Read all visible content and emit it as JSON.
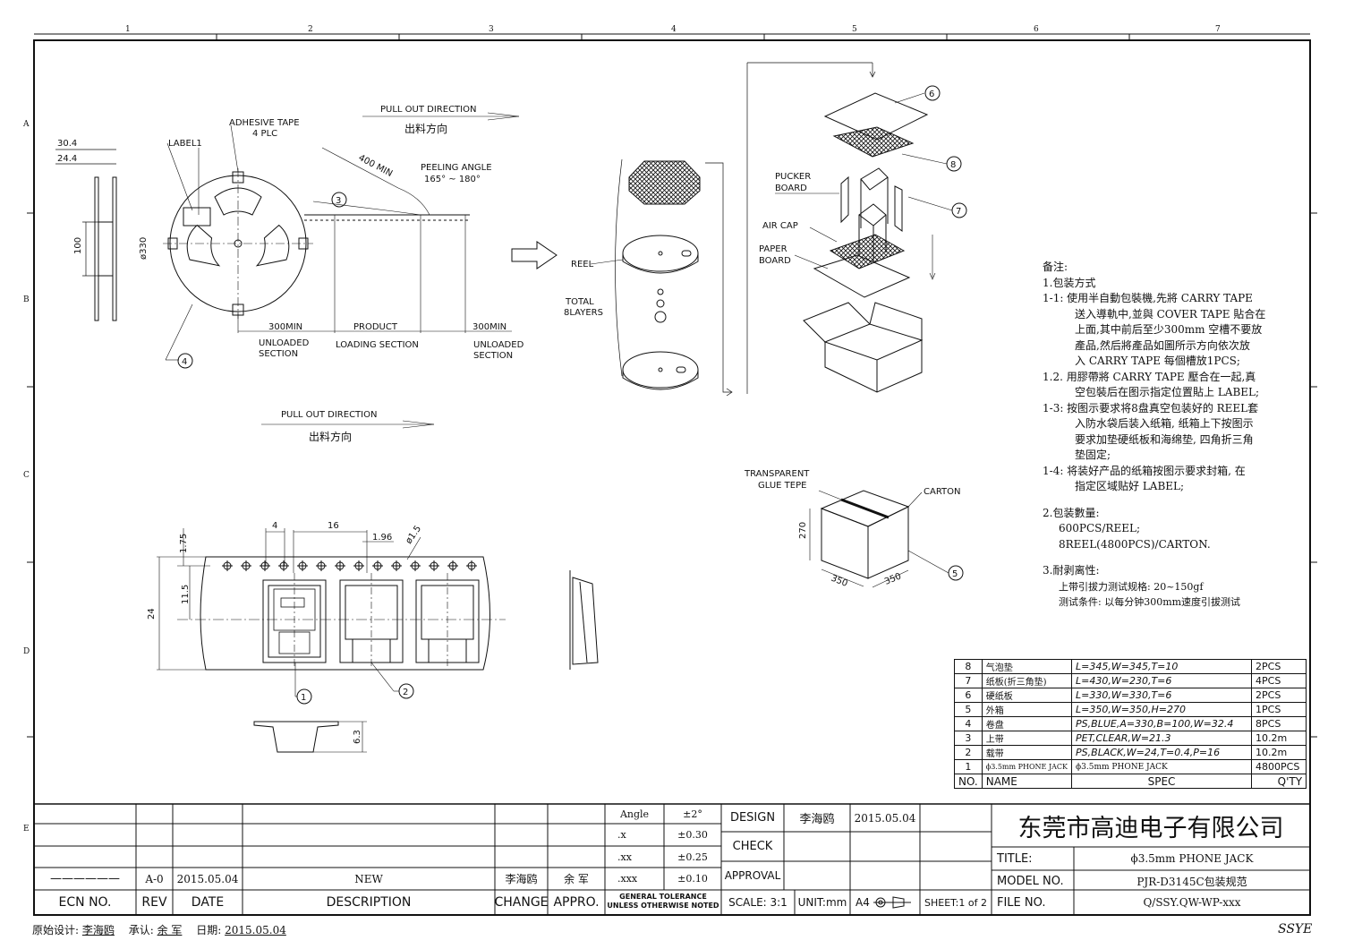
{
  "ruler": {
    "top": [
      "1",
      "2",
      "3",
      "4",
      "5",
      "6",
      "7"
    ],
    "side": [
      "A",
      "B",
      "C",
      "D",
      "E"
    ]
  },
  "reel_view": {
    "dim_30_4": "30.4",
    "dim_24_4": "24.4",
    "dim_100": "100",
    "dim_330": "ø330",
    "label1": "LABEL1",
    "adhesive_tape": "ADHESIVE TAPE",
    "adhesive_qty": "4 PLC",
    "pull_out_en": "PULL OUT DIRECTION",
    "pull_out_cn": "出料方向",
    "peeling_angle": "PEELING ANGLE",
    "peeling_range": "165° ~ 180°",
    "min_400": "400 MIN",
    "min_300_left": "300MIN",
    "product": "PRODUCT",
    "min_300_right": "300MIN",
    "unloaded": "UNLOADED",
    "section": "SECTION",
    "loading_section": "LOADING SECTION",
    "balloons": [
      "3",
      "4"
    ]
  },
  "stack_view": {
    "reel": "REEL",
    "total": "TOTAL",
    "layers": "8LAYERS",
    "pucker": "PUCKER",
    "board": "BOARD",
    "air_cap": "AIR CAP",
    "paper": "PAPER",
    "paper_board": "BOARD",
    "balloons": [
      "6",
      "8",
      "7"
    ]
  },
  "carton_view": {
    "transparent": "TRANSPARENT",
    "glue_tepe": "GLUE TEPE",
    "carton": "CARTON",
    "dim_270": "270",
    "dim_350a": "350",
    "dim_350b": "350",
    "balloon": "5"
  },
  "tape_view": {
    "d175": "1.75",
    "d4": "4",
    "d16": "16",
    "d196": "1.96",
    "d15": "ø1.5",
    "d115": "11.5",
    "d24": "24",
    "d63": "6.3",
    "balloons": [
      "1",
      "2"
    ]
  },
  "notes": {
    "title": "备注:",
    "s1": "1.包装方式",
    "n11a": "1-1: 使用半自動包裝機,先將 CARRY TAPE",
    "n11b": "送入導軌中,並與 COVER TAPE 貼合在",
    "n11c": "上面,其中前后至少300mm 空槽不要放",
    "n11d": "產品,然后將產品如圖所示方向依次放",
    "n11e": "入 CARRY TAPE 每個槽放1PCS;",
    "n12a": "1.2. 用膠帶將 CARRY TAPE 壓合在一起,真",
    "n12b": "空包裝后在图示指定位置貼上 LABEL;",
    "n13a": "1-3: 按图示要求将8盘真空包装好的 REEL套",
    "n13b": "入防水袋后装入纸箱, 纸箱上下按图示",
    "n13c": "要求加垫硬纸板和海绵垫, 四角折三角",
    "n13d": "垫固定;",
    "n14a": "1-4: 将装好产品的纸箱按图示要求封箱, 在",
    "n14b": "指定区域贴好 LABEL;",
    "s2": "2.包装數量:",
    "q1": "600PCS/REEL;",
    "q2": "8REEL(4800PCS)/CARTON.",
    "s3": "3.耐剥离性:",
    "p1": "上带引拔力测试规格: 20~150gf",
    "p2": "测试条件: 以每分钟300mm速度引拔测试"
  },
  "bom": {
    "rows": [
      {
        "no": "8",
        "name": "气泡垫",
        "spec": "L=345,W=345,T=10",
        "qty": "2PCS"
      },
      {
        "no": "7",
        "name": "纸板(折三角垫)",
        "spec": "L=430,W=230,T=6",
        "qty": "4PCS"
      },
      {
        "no": "6",
        "name": "硬纸板",
        "spec": "L=330,W=330,T=6",
        "qty": "2PCS"
      },
      {
        "no": "5",
        "name": "外箱",
        "spec": "L=350,W=350,H=270",
        "qty": "1PCS"
      },
      {
        "no": "4",
        "name": "卷盘",
        "spec": "PS,BLUE,A=330,B=100,W=32.4",
        "qty": "8PCS"
      },
      {
        "no": "3",
        "name": "上带",
        "spec": "PET,CLEAR,W=21.3",
        "qty": "10.2m"
      },
      {
        "no": "2",
        "name": "载带",
        "spec": "PS,BLACK,W=24,T=0.4,P=16",
        "qty": "10.2m"
      },
      {
        "no": "1",
        "name": "ϕ3.5mm PHONE JACK",
        "spec": "ϕ3.5mm PHONE JACK",
        "qty": "4800PCS"
      }
    ],
    "head": {
      "no": "NO.",
      "name": "NAME",
      "spec": "SPEC",
      "qty": "Q'TY"
    }
  },
  "title_block": {
    "angle": "Angle",
    "angle_tol": "±2°",
    "x1": ".x",
    "x1_tol": "±0.30",
    "x2": ".xx",
    "x2_tol": "±0.25",
    "x3": ".xxx",
    "x3_tol": "±0.10",
    "design": "DESIGN",
    "designer": "李海鸥",
    "design_date": "2015.05.04",
    "check": "CHECK",
    "approval": "APPROVAL",
    "company": "东莞市高迪电子有限公司",
    "title_label": "TITLE:",
    "title_value": "ϕ3.5mm PHONE JACK",
    "model_label": "MODEL NO.",
    "model_value": "PJR-D3145C包装规范",
    "file_label": "FILE NO.",
    "file_value": "Q/SSY.QW-WP-xxx",
    "rev_row": {
      "dash": "——————",
      "rev": "A-0",
      "date": "2015.05.04",
      "desc": "NEW",
      "change": "李海鸥",
      "appro": "余 军"
    },
    "ecn": "ECN NO.",
    "rev": "REV",
    "date": "DATE",
    "description": "DESCRIPTION",
    "change": "CHANGE",
    "appro": "APPRO.",
    "gen_tol1": "GENERAL TOLERANCE",
    "gen_tol2": "UNLESS OTHERWISE NOTED",
    "scale": "SCALE: 3:1",
    "unit": "UNIT:mm",
    "size": "A4",
    "sheet": "SHEET:1 of 2"
  },
  "footer": {
    "design_label": "原始设计:",
    "designer": "李海鸥",
    "approve_label": "承认:",
    "approver": "余 军",
    "date_label": "日期:",
    "date": "2015.05.04",
    "corner": "SSYE"
  }
}
